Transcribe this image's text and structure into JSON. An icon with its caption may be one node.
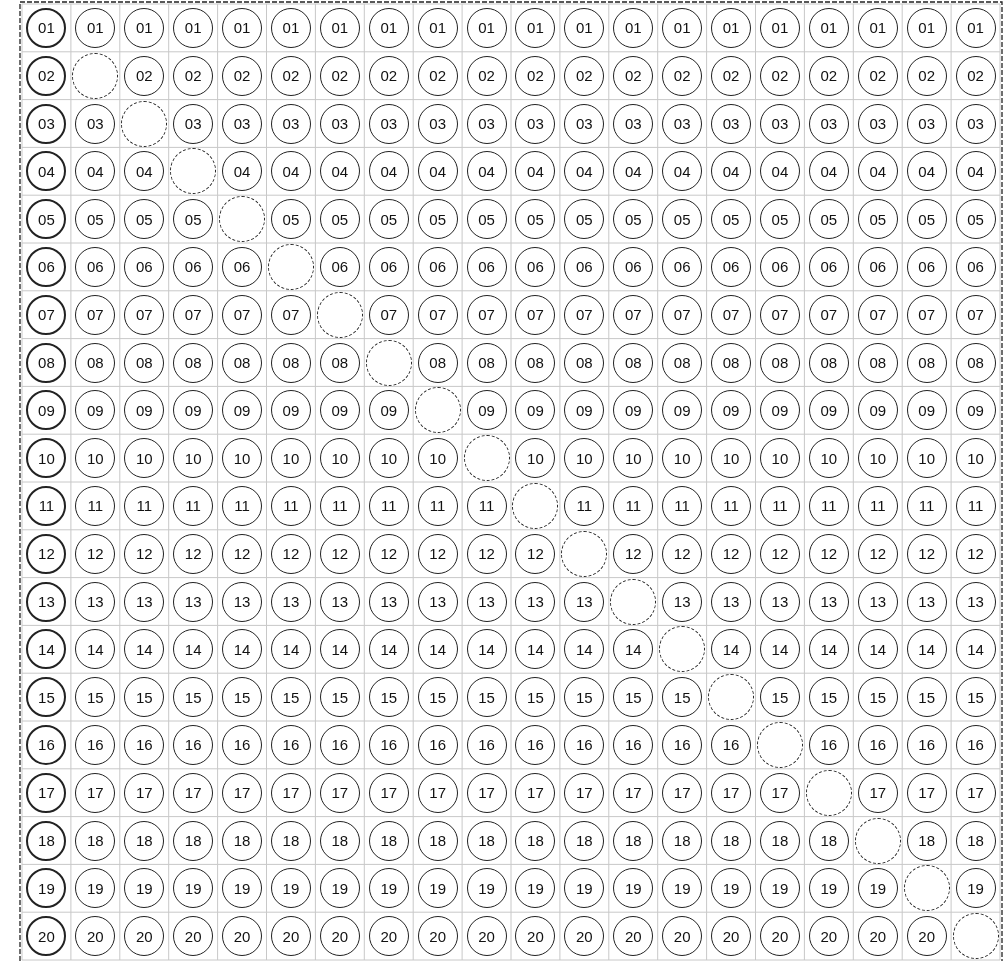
{
  "diagram": {
    "nodes": [
      {
        "text": [
          "01"
        ]
      },
      {
        "text": [
          "01"
        ]
      },
      {
        "text": [
          "01"
        ]
      },
      {
        "text": [
          "01"
        ]
      },
      {
        "text": [
          "01"
        ]
      },
      {
        "text": [
          "01"
        ]
      },
      {
        "text": [
          "01"
        ]
      },
      {
        "text": [
          "01"
        ]
      },
      {
        "text": [
          "01"
        ]
      },
      {
        "text": [
          "01"
        ]
      },
      {
        "text": [
          "01"
        ]
      },
      {
        "text": [
          "01"
        ]
      },
      {
        "text": [
          "01"
        ]
      },
      {
        "text": [
          "01"
        ]
      },
      {
        "text": [
          "01"
        ]
      },
      {
        "text": [
          "01"
        ]
      },
      {
        "text": [
          "01"
        ]
      },
      {
        "text": [
          "01"
        ]
      },
      {
        "text": [
          "01"
        ]
      },
      {
        "text": [
          "01"
        ]
      },
      {
        "text": [
          "02"
        ]
      },
      {
        "text": [],
        "shape": "circle"
      },
      {
        "text": [
          "02"
        ]
      },
      {
        "text": [
          "02"
        ]
      },
      {
        "text": [
          "02"
        ]
      },
      {
        "text": [
          "02"
        ]
      },
      {
        "text": [
          "02"
        ]
      },
      {
        "text": [
          "02"
        ]
      },
      {
        "text": [
          "02"
        ]
      },
      {
        "text": [
          "02"
        ]
      },
      {
        "text": [
          "02"
        ]
      },
      {
        "text": [
          "02"
        ]
      },
      {
        "text": [
          "02"
        ]
      },
      {
        "text": [
          "02"
        ]
      },
      {
        "text": [
          "02"
        ]
      },
      {
        "text": [
          "02"
        ]
      },
      {
        "text": [
          "02"
        ]
      },
      {
        "text": [
          "02"
        ]
      },
      {
        "text": [
          "02"
        ]
      },
      {
        "text": [
          "02"
        ]
      },
      {
        "text": [
          "03"
        ]
      },
      {
        "text": [
          "03"
        ]
      },
      {
        "text": [],
        "shape": "circle"
      },
      {
        "text": [
          "03"
        ]
      },
      {
        "text": [
          "03"
        ]
      },
      {
        "text": [
          "03"
        ]
      },
      {
        "text": [
          "03"
        ]
      },
      {
        "text": [
          "03"
        ]
      },
      {
        "text": [
          "03"
        ]
      },
      {
        "text": [
          "03"
        ]
      },
      {
        "text": [
          "03"
        ]
      },
      {
        "text": [
          "03"
        ]
      },
      {
        "text": [
          "03"
        ]
      },
      {
        "text": [
          "03"
        ]
      },
      {
        "text": [
          "03"
        ]
      },
      {
        "text": [
          "03"
        ]
      },
      {
        "text": [
          "03"
        ]
      },
      {
        "text": [
          "03"
        ]
      },
      {
        "text": [
          "03"
        ]
      },
      {
        "text": [
          "03"
        ]
      },
      {
        "text": [
          "04"
        ]
      },
      {
        "text": [
          "04"
        ]
      },
      {
        "text": [
          "04"
        ]
      },
      {
        "text": [],
        "shape": "circle"
      },
      {
        "text": [
          "04"
        ]
      },
      {
        "text": [
          "04"
        ]
      },
      {
        "text": [
          "04"
        ]
      },
      {
        "text": [
          "04"
        ]
      },
      {
        "text": [
          "04"
        ]
      },
      {
        "text": [
          "04"
        ]
      },
      {
        "text": [
          "04"
        ]
      },
      {
        "text": [
          "04"
        ]
      },
      {
        "text": [
          "04"
        ]
      },
      {
        "text": [
          "04"
        ]
      },
      {
        "text": [
          "04"
        ]
      },
      {
        "text": [
          "04"
        ]
      },
      {
        "text": [
          "04"
        ]
      },
      {
        "text": [
          "04"
        ]
      },
      {
        "text": [
          "04"
        ]
      },
      {
        "text": [
          "04"
        ]
      },
      {
        "text": [
          "05"
        ]
      },
      {
        "text": [
          "05"
        ]
      },
      {
        "text": [
          "05"
        ]
      },
      {
        "text": [
          "05"
        ]
      },
      {
        "text": [],
        "shape": "circle"
      },
      {
        "text": [
          "05"
        ]
      },
      {
        "text": [
          "05"
        ]
      },
      {
        "text": [
          "05"
        ]
      },
      {
        "text": [
          "05"
        ]
      },
      {
        "text": [
          "05"
        ]
      },
      {
        "text": [
          "05"
        ]
      },
      {
        "text": [
          "05"
        ]
      },
      {
        "text": [
          "05"
        ]
      },
      {
        "text": [
          "05"
        ]
      },
      {
        "text": [
          "05"
        ]
      },
      {
        "text": [
          "05"
        ]
      },
      {
        "text": [
          "05"
        ]
      },
      {
        "text": [
          "05"
        ]
      },
      {
        "text": [
          "05"
        ]
      },
      {
        "text": [
          "05"
        ]
      },
      {
        "text": [
          "06"
        ]
      },
      {
        "text": [
          "06"
        ]
      },
      {
        "text": [
          "06"
        ]
      },
      {
        "text": [
          "06"
        ]
      },
      {
        "text": [
          "06"
        ]
      },
      {
        "text": [],
        "shape": "circle"
      },
      {
        "text": [
          "06"
        ]
      },
      {
        "text": [
          "06"
        ]
      },
      {
        "text": [
          "06"
        ]
      },
      {
        "text": [
          "06"
        ]
      },
      {
        "text": [
          "06"
        ]
      },
      {
        "text": [
          "06"
        ]
      },
      {
        "text": [
          "06"
        ]
      },
      {
        "text": [
          "06"
        ]
      },
      {
        "text": [
          "06"
        ]
      },
      {
        "text": [
          "06"
        ]
      },
      {
        "text": [
          "06"
        ]
      },
      {
        "text": [
          "06"
        ]
      },
      {
        "text": [
          "06"
        ]
      },
      {
        "text": [
          "06"
        ]
      },
      {
        "text": [
          "07"
        ]
      },
      {
        "text": [
          "07"
        ]
      },
      {
        "text": [
          "07"
        ]
      },
      {
        "text": [
          "07"
        ]
      },
      {
        "text": [
          "07"
        ]
      },
      {
        "text": [
          "07"
        ]
      },
      {
        "text": [],
        "shape": "circle"
      },
      {
        "text": [
          "07"
        ]
      },
      {
        "text": [
          "07"
        ]
      },
      {
        "text": [
          "07"
        ]
      },
      {
        "text": [
          "07"
        ]
      },
      {
        "text": [
          "07"
        ]
      },
      {
        "text": [
          "07"
        ]
      },
      {
        "text": [
          "07"
        ]
      },
      {
        "text": [
          "07"
        ]
      },
      {
        "text": [
          "07"
        ]
      },
      {
        "text": [
          "07"
        ]
      },
      {
        "text": [
          "07"
        ]
      },
      {
        "text": [
          "07"
        ]
      },
      {
        "text": [
          "07"
        ]
      },
      {
        "text": [
          "08"
        ]
      },
      {
        "text": [
          "08"
        ]
      },
      {
        "text": [
          "08"
        ]
      },
      {
        "text": [
          "08"
        ]
      },
      {
        "text": [
          "08"
        ]
      },
      {
        "text": [
          "08"
        ]
      },
      {
        "text": [
          "08"
        ]
      },
      {
        "text": [],
        "shape": "circle"
      },
      {
        "text": [
          "08"
        ]
      },
      {
        "text": [
          "08"
        ]
      },
      {
        "text": [
          "08"
        ]
      },
      {
        "text": [
          "08"
        ]
      },
      {
        "text": [
          "08"
        ]
      },
      {
        "text": [
          "08"
        ]
      },
      {
        "text": [
          "08"
        ]
      },
      {
        "text": [
          "08"
        ]
      },
      {
        "text": [
          "08"
        ]
      },
      {
        "text": [
          "08"
        ]
      },
      {
        "text": [
          "08"
        ]
      },
      {
        "text": [
          "08"
        ]
      },
      {
        "text": [
          "09"
        ]
      },
      {
        "text": [
          "09"
        ]
      },
      {
        "text": [
          "09"
        ]
      },
      {
        "text": [
          "09"
        ]
      },
      {
        "text": [
          "09"
        ]
      },
      {
        "text": [
          "09"
        ]
      },
      {
        "text": [
          "09"
        ]
      },
      {
        "text": [
          "09"
        ]
      },
      {
        "text": [],
        "shape": "circle"
      },
      {
        "text": [
          "09"
        ]
      },
      {
        "text": [
          "09"
        ]
      },
      {
        "text": [
          "09"
        ]
      },
      {
        "text": [
          "09"
        ]
      },
      {
        "text": [
          "09"
        ]
      },
      {
        "text": [
          "09"
        ]
      },
      {
        "text": [
          "09"
        ]
      },
      {
        "text": [
          "09"
        ]
      },
      {
        "text": [
          "09"
        ]
      },
      {
        "text": [
          "09"
        ]
      },
      {
        "text": [
          "09"
        ]
      },
      {
        "text": [
          "10"
        ]
      },
      {
        "text": [
          "10"
        ]
      },
      {
        "text": [
          "10"
        ]
      },
      {
        "text": [
          "10"
        ]
      },
      {
        "text": [
          "10"
        ]
      },
      {
        "text": [
          "10"
        ]
      },
      {
        "text": [
          "10"
        ]
      },
      {
        "text": [
          "10"
        ]
      },
      {
        "text": [
          "10"
        ]
      },
      {
        "text": [],
        "shape": "circle"
      },
      {
        "text": [
          "10"
        ]
      },
      {
        "text": [
          "10"
        ]
      },
      {
        "text": [
          "10"
        ]
      },
      {
        "text": [
          "10"
        ]
      },
      {
        "text": [
          "10"
        ]
      },
      {
        "text": [
          "10"
        ]
      },
      {
        "text": [
          "10"
        ]
      },
      {
        "text": [
          "10"
        ]
      },
      {
        "text": [
          "10"
        ]
      },
      {
        "text": [
          "10"
        ]
      },
      {
        "text": [
          "11"
        ]
      },
      {
        "text": [
          "11"
        ]
      },
      {
        "text": [
          "11"
        ]
      },
      {
        "text": [
          "11"
        ]
      },
      {
        "text": [
          "11"
        ]
      },
      {
        "text": [
          "11"
        ]
      },
      {
        "text": [
          "11"
        ]
      },
      {
        "text": [
          "11"
        ]
      },
      {
        "text": [
          "11"
        ]
      },
      {
        "text": [
          "11"
        ]
      },
      {
        "text": [],
        "shape": "circle"
      },
      {
        "text": [
          "11"
        ]
      },
      {
        "text": [
          "11"
        ]
      },
      {
        "text": [
          "11"
        ]
      },
      {
        "text": [
          "11"
        ]
      },
      {
        "text": [
          "11"
        ]
      },
      {
        "text": [
          "11"
        ]
      },
      {
        "text": [
          "11"
        ]
      },
      {
        "text": [
          "11"
        ]
      },
      {
        "text": [
          "11"
        ]
      },
      {
        "text": [
          "12"
        ]
      },
      {
        "text": [
          "12"
        ]
      },
      {
        "text": [
          "12"
        ]
      },
      {
        "text": [
          "12"
        ]
      },
      {
        "text": [
          "12"
        ]
      },
      {
        "text": [
          "12"
        ]
      },
      {
        "text": [
          "12"
        ]
      },
      {
        "text": [
          "12"
        ]
      },
      {
        "text": [
          "12"
        ]
      },
      {
        "text": [
          "12"
        ]
      },
      {
        "text": [
          "12"
        ]
      },
      {
        "text": [],
        "shape": "circle"
      },
      {
        "text": [
          "12"
        ]
      },
      {
        "text": [
          "12"
        ]
      },
      {
        "text": [
          "12"
        ]
      },
      {
        "text": [
          "12"
        ]
      },
      {
        "text": [
          "12"
        ]
      },
      {
        "text": [
          "12"
        ]
      },
      {
        "text": [
          "12"
        ]
      },
      {
        "text": [
          "12"
        ]
      },
      {
        "text": [
          "13"
        ]
      },
      {
        "text": [
          "13"
        ]
      },
      {
        "text": [
          "13"
        ]
      },
      {
        "text": [
          "13"
        ]
      },
      {
        "text": [
          "13"
        ]
      },
      {
        "text": [
          "13"
        ]
      },
      {
        "text": [
          "13"
        ]
      },
      {
        "text": [
          "13"
        ]
      },
      {
        "text": [
          "13"
        ]
      },
      {
        "text": [
          "13"
        ]
      },
      {
        "text": [
          "13"
        ]
      },
      {
        "text": [
          "13"
        ]
      },
      {
        "text": [],
        "shape": "circle"
      },
      {
        "text": [
          "13"
        ]
      },
      {
        "text": [
          "13"
        ]
      },
      {
        "text": [
          "13"
        ]
      },
      {
        "text": [
          "13"
        ]
      },
      {
        "text": [
          "13"
        ]
      },
      {
        "text": [
          "13"
        ]
      },
      {
        "text": [
          "13"
        ]
      },
      {
        "text": [
          "14"
        ]
      },
      {
        "text": [
          "14"
        ]
      },
      {
        "text": [
          "14"
        ]
      },
      {
        "text": [
          "14"
        ]
      },
      {
        "text": [
          "14"
        ]
      },
      {
        "text": [
          "14"
        ]
      },
      {
        "text": [
          "14"
        ]
      },
      {
        "text": [
          "14"
        ]
      },
      {
        "text": [
          "14"
        ]
      },
      {
        "text": [
          "14"
        ]
      },
      {
        "text": [
          "14"
        ]
      },
      {
        "text": [
          "14"
        ]
      },
      {
        "text": [
          "14"
        ]
      },
      {
        "text": [],
        "shape": "circle"
      },
      {
        "text": [
          "14"
        ]
      },
      {
        "text": [
          "14"
        ]
      },
      {
        "text": [
          "14"
        ]
      },
      {
        "text": [
          "14"
        ]
      },
      {
        "text": [
          "14"
        ]
      },
      {
        "text": [
          "14"
        ]
      },
      {
        "text": [
          "15"
        ]
      },
      {
        "text": [
          "15"
        ]
      },
      {
        "text": [
          "15"
        ]
      },
      {
        "text": [
          "15"
        ]
      },
      {
        "text": [
          "15"
        ]
      },
      {
        "text": [
          "15"
        ]
      },
      {
        "text": [
          "15"
        ]
      },
      {
        "text": [
          "15"
        ]
      },
      {
        "text": [
          "15"
        ]
      },
      {
        "text": [
          "15"
        ]
      },
      {
        "text": [
          "15"
        ]
      },
      {
        "text": [
          "15"
        ]
      },
      {
        "text": [
          "15"
        ]
      },
      {
        "text": [
          "15"
        ]
      },
      {
        "text": [],
        "shape": "circle"
      },
      {
        "text": [
          "15"
        ]
      },
      {
        "text": [
          "15"
        ]
      },
      {
        "text": [
          "15"
        ]
      },
      {
        "text": [
          "15"
        ]
      },
      {
        "text": [
          "15"
        ]
      },
      {
        "text": [
          "16"
        ]
      },
      {
        "text": [
          "16"
        ]
      },
      {
        "text": [
          "16"
        ]
      },
      {
        "text": [
          "16"
        ]
      },
      {
        "text": [
          "16"
        ]
      },
      {
        "text": [
          "16"
        ]
      },
      {
        "text": [
          "16"
        ]
      },
      {
        "text": [
          "16"
        ]
      },
      {
        "text": [
          "16"
        ]
      },
      {
        "text": [
          "16"
        ]
      },
      {
        "text": [
          "16"
        ]
      },
      {
        "text": [
          "16"
        ]
      },
      {
        "text": [
          "16"
        ]
      },
      {
        "text": [
          "16"
        ]
      },
      {
        "text": [
          "16"
        ]
      },
      {
        "text": [],
        "shape": "circle"
      },
      {
        "text": [
          "16"
        ]
      },
      {
        "text": [
          "16"
        ]
      },
      {
        "text": [
          "16"
        ]
      },
      {
        "text": [
          "16"
        ]
      },
      {
        "text": [
          "17"
        ]
      },
      {
        "text": [
          "17"
        ]
      },
      {
        "text": [
          "17"
        ]
      },
      {
        "text": [
          "17"
        ]
      },
      {
        "text": [
          "17"
        ]
      },
      {
        "text": [
          "17"
        ]
      },
      {
        "text": [
          "17"
        ]
      },
      {
        "text": [
          "17"
        ]
      },
      {
        "text": [
          "17"
        ]
      },
      {
        "text": [
          "17"
        ]
      },
      {
        "text": [
          "17"
        ]
      },
      {
        "text": [
          "17"
        ]
      },
      {
        "text": [
          "17"
        ]
      },
      {
        "text": [
          "17"
        ]
      },
      {
        "text": [
          "17"
        ]
      },
      {
        "text": [
          "17"
        ]
      },
      {
        "text": [],
        "shape": "circle"
      },
      {
        "text": [
          "17"
        ]
      },
      {
        "text": [
          "17"
        ]
      },
      {
        "text": [
          "17"
        ]
      },
      {
        "text": [
          "18"
        ]
      },
      {
        "text": [
          "18"
        ]
      },
      {
        "text": [
          "18"
        ]
      },
      {
        "text": [
          "18"
        ]
      },
      {
        "text": [
          "18"
        ]
      },
      {
        "text": [
          "18"
        ]
      },
      {
        "text": [
          "18"
        ]
      },
      {
        "text": [
          "18"
        ]
      },
      {
        "text": [
          "18"
        ]
      },
      {
        "text": [
          "18"
        ]
      },
      {
        "text": [
          "18"
        ]
      },
      {
        "text": [
          "18"
        ]
      },
      {
        "text": [
          "18"
        ]
      },
      {
        "text": [
          "18"
        ]
      },
      {
        "text": [
          "18"
        ]
      },
      {
        "text": [
          "18"
        ]
      },
      {
        "text": [
          "18"
        ]
      },
      {
        "text": [],
        "shape": "circle"
      },
      {
        "text": [
          "18"
        ]
      },
      {
        "text": [
          "18"
        ]
      },
      {
        "text": [
          "19"
        ]
      },
      {
        "text": [
          "19"
        ]
      },
      {
        "text": [
          "19"
        ]
      },
      {
        "text": [
          "19"
        ]
      },
      {
        "text": [
          "19"
        ]
      },
      {
        "text": [
          "19"
        ]
      },
      {
        "text": [
          "19"
        ]
      },
      {
        "text": [
          "19"
        ]
      },
      {
        "text": [
          "19"
        ]
      },
      {
        "text": [
          "19"
        ]
      },
      {
        "text": [
          "19"
        ]
      },
      {
        "text": [
          "19"
        ]
      },
      {
        "text": [
          "19"
        ]
      },
      {
        "text": [
          "19"
        ]
      },
      {
        "text": [
          "19"
        ]
      },
      {
        "text": [
          "19"
        ]
      },
      {
        "text": [
          "19"
        ]
      },
      {
        "text": [
          "19"
        ]
      },
      {
        "text": [],
        "shape": "circle"
      },
      {
        "text": [
          "19"
        ]
      },
      {
        "text": [
          "20"
        ]
      },
      {
        "text": [
          "20"
        ]
      },
      {
        "text": [
          "20"
        ]
      },
      {
        "text": [
          "20"
        ]
      },
      {
        "text": [
          "20"
        ]
      },
      {
        "text": [
          "20"
        ]
      },
      {
        "text": [
          "20"
        ]
      },
      {
        "text": [
          "20"
        ]
      },
      {
        "text": [
          "20"
        ]
      },
      {
        "text": [
          "20"
        ]
      },
      {
        "text": [
          "20"
        ]
      },
      {
        "text": [
          "20"
        ]
      },
      {
        "text": [
          "20"
        ]
      },
      {
        "text": [
          "20"
        ]
      },
      {
        "text": [
          "20"
        ]
      },
      {
        "text": [
          "20"
        ]
      },
      {
        "text": [
          "20"
        ]
      },
      {
        "text": [
          "20"
        ]
      },
      {
        "text": [
          "20"
        ]
      },
      {
        "text": [],
        "shape": "circle"
      }
    ]
  }
}
